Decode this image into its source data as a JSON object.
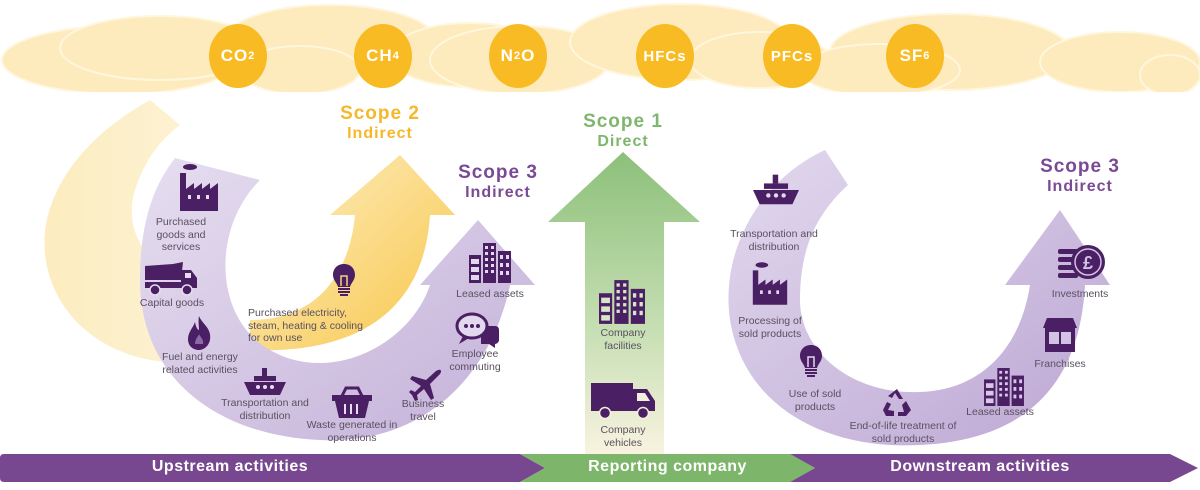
{
  "greenhouse_gases": [
    {
      "name": "CO",
      "sub": "2"
    },
    {
      "name": "CH",
      "sub": "4"
    },
    {
      "name": "N",
      "sub": "2",
      "suffix": "O"
    },
    {
      "name": "HFCs",
      "sub": ""
    },
    {
      "name": "PFCs",
      "sub": ""
    },
    {
      "name": "SF",
      "sub": "6"
    }
  ],
  "scopes": {
    "scope2": {
      "title": "Scope 2",
      "subtitle": "Indirect"
    },
    "scope1": {
      "title": "Scope 1",
      "subtitle": "Direct"
    },
    "scope3_upstream": {
      "title": "Scope 3",
      "subtitle": "Indirect"
    },
    "scope3_downstream": {
      "title": "Scope 3",
      "subtitle": "Indirect"
    }
  },
  "upstream_items": {
    "purchased_goods": "Purchased goods and services",
    "capital_goods": "Capital goods",
    "fuel_energy": "Fuel and energy related activities",
    "transportation": "Transportation and distribution",
    "waste": "Waste generated in operations",
    "business_travel": "Business travel",
    "employee_commuting": "Employee commuting",
    "leased_assets": "Leased assets"
  },
  "scope2_items": {
    "purchased_electricity": "Purchased electricity, steam, heating & cooling for own use"
  },
  "scope1_items": {
    "company_facilities": "Company facilities",
    "company_vehicles": "Company vehicles"
  },
  "downstream_items": {
    "transportation": "Transportation and distribution",
    "processing": "Processing of sold products",
    "use_of_products": "Use of sold products",
    "end_of_life": "End-of-life treatment of sold products",
    "leased_assets": "Leased assets",
    "franchises": "Franchises",
    "investments": "Investments"
  },
  "bottom_bar": {
    "upstream": "Upstream activities",
    "reporting": "Reporting company",
    "downstream": "Downstream activities"
  },
  "colors": {
    "gas_circle": "#f9bb23",
    "cloud": "#fdebbd",
    "scope2": "#f6b82a",
    "scope1": "#7fb66d",
    "scope3": "#7a4a94",
    "scope3_band": "#d9cde8",
    "icon_purple": "#4a1f63",
    "bar_purple": "#77478f",
    "bar_green": "#7db56b"
  }
}
